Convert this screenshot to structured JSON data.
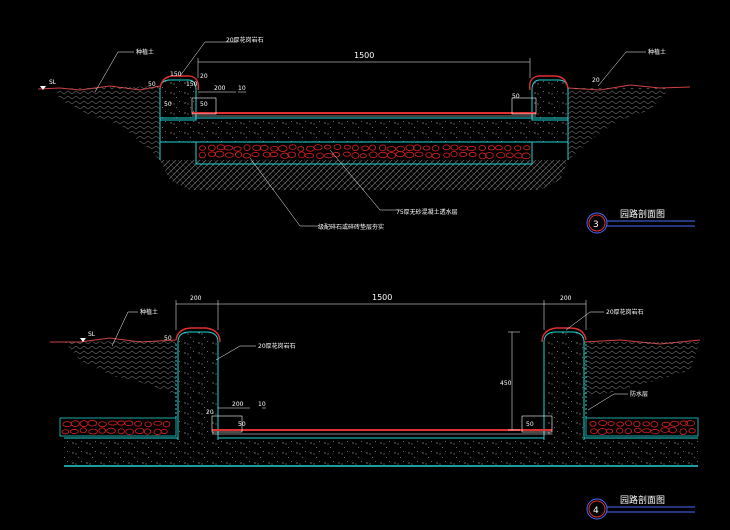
{
  "drawing": {
    "sections": [
      {
        "id": "section-3",
        "number": "3",
        "title": "园路剖面图",
        "dims": {
          "width_total": "1500",
          "d200": "200",
          "d10": "10",
          "d50_left": "50",
          "d50_side": "50",
          "d150": "150",
          "d20_right": "20",
          "d20_left": "20",
          "d50_top": "50",
          "d50_lower": "50",
          "d150_side": "150"
        },
        "labels": {
          "soil_left": "种植土",
          "soil_right": "种植土",
          "stone_top": "20厚花岗岩石",
          "gravel_note": "75厚无砂混凝土透水层",
          "base_note": "级配碎石或碎砖垫层夯实",
          "elev": "SL"
        }
      },
      {
        "id": "section-4",
        "number": "4",
        "title": "园路剖面图",
        "dims": {
          "width_total": "1500",
          "d200_left": "200",
          "d200_right": "200",
          "d200_inner": "200",
          "d10": "10",
          "d50_left_top": "50",
          "d50_inner": "50",
          "d50_right": "50",
          "d20": "20",
          "d450": "450"
        },
        "labels": {
          "soil_left": "种植土",
          "stone_top_right": "20厚花岗岩石",
          "stone_mid": "20厚花岗岩石",
          "waterproof": "防水层",
          "elev": "SL"
        }
      }
    ]
  }
}
